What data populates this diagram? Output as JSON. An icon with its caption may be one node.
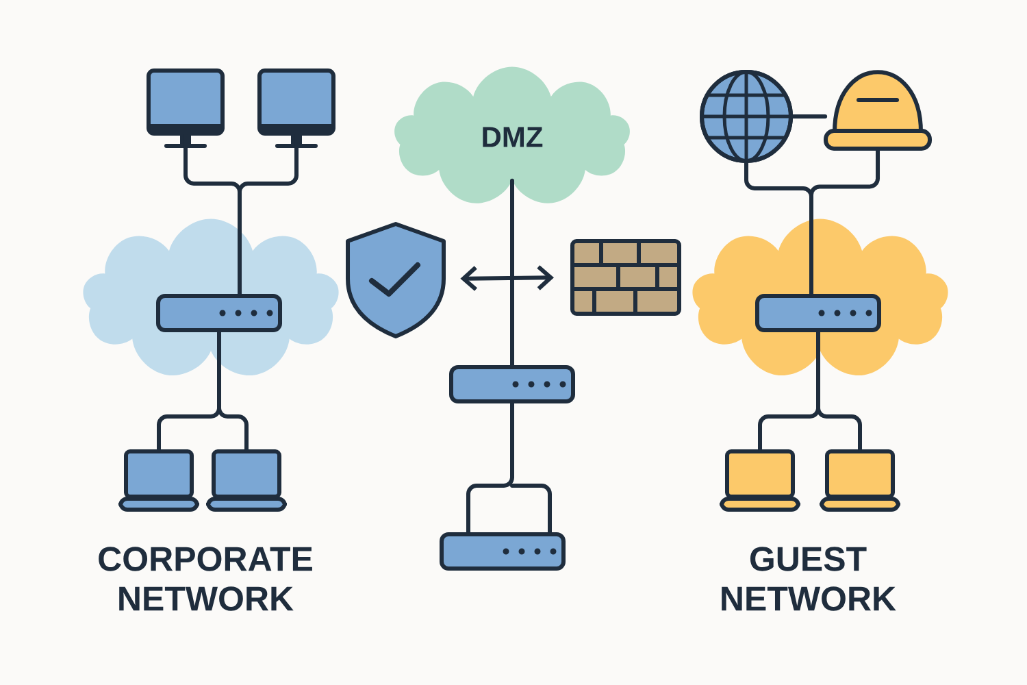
{
  "diagram": {
    "nodes": [
      {
        "text": [],
        "shape": "monitor"
      },
      {
        "text": [],
        "shape": "monitor"
      },
      {
        "text": [],
        "shape": "cloud"
      },
      {
        "text": [],
        "shape": "switch",
        "in": 2
      },
      {
        "text": [],
        "shape": "laptop"
      },
      {
        "text": [],
        "shape": "laptop"
      },
      {
        "text": [
          "DMZ"
        ]
      },
      {
        "text": [],
        "shape": "shield"
      },
      {
        "text": [],
        "shape": "wall"
      },
      {
        "text": [],
        "shape": "switch"
      },
      {
        "text": [],
        "shape": "switch"
      },
      {
        "text": [],
        "shape": "globe"
      },
      {
        "text": [],
        "shape": "dome"
      },
      {
        "text": [],
        "shape": "cloud"
      },
      {
        "text": [],
        "shape": "switch",
        "in": 13
      },
      {
        "text": [],
        "shape": "laptop"
      },
      {
        "text": [],
        "shape": "laptop"
      }
    ],
    "edges": [
      {
        "from": 0,
        "to": 3,
        "arrow": "none"
      },
      {
        "from": 1,
        "to": 3,
        "arrow": "none"
      },
      {
        "from": 3,
        "to": 4,
        "arrow": "none"
      },
      {
        "from": 3,
        "to": 5,
        "arrow": "none"
      },
      {
        "from": 6,
        "to": 9,
        "arrow": "none"
      },
      {
        "from": 7,
        "to": 8,
        "arrow": "both"
      },
      {
        "from": 9,
        "to": 10,
        "arrow": "none"
      },
      {
        "from": 11,
        "to": 12,
        "arrow": "none"
      },
      {
        "from": 11,
        "to": 14,
        "arrow": "none"
      },
      {
        "from": 12,
        "to": 14,
        "arrow": "none"
      },
      {
        "from": 14,
        "to": 15,
        "arrow": "none"
      },
      {
        "from": 14,
        "to": 16,
        "arrow": "none"
      }
    ],
    "labels": [
      "CORPORATE NETWORK",
      "GUEST NETWORK"
    ]
  }
}
